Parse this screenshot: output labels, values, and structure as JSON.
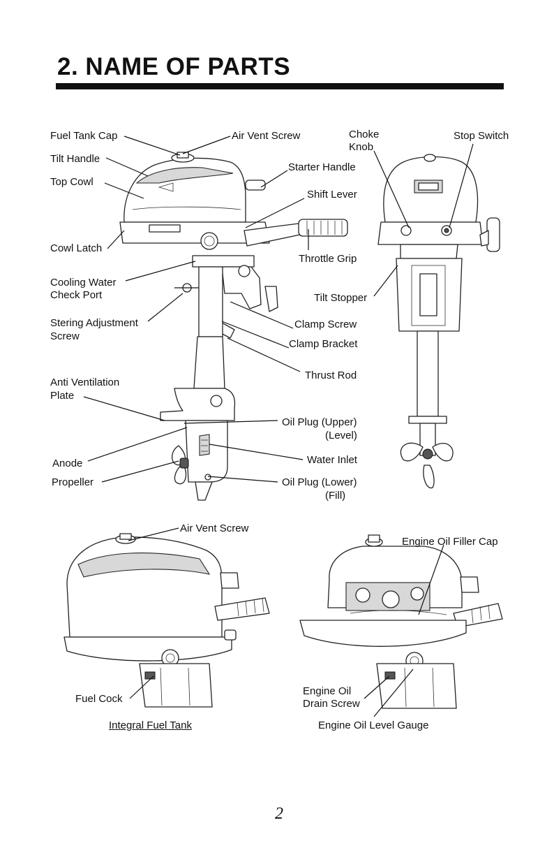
{
  "page": {
    "heading": "2. NAME OF PARTS",
    "page_number": "2"
  },
  "labels": {
    "fuel_tank_cap": "Fuel Tank Cap",
    "air_vent_screw": "Air Vent Screw",
    "choke_knob_1": "Choke",
    "choke_knob_2": "Knob",
    "stop_switch": "Stop Switch",
    "tilt_handle": "Tilt Handle",
    "starter_handle": "Starter Handle",
    "top_cowl": "Top Cowl",
    "shift_lever": "Shift Lever",
    "cowl_latch": "Cowl Latch",
    "throttle_grip": "Throttle Grip",
    "cooling_water_1": "Cooling Water",
    "cooling_water_2": "Check Port",
    "tilt_stopper": "Tilt Stopper",
    "steering_adj_1": "Stering Adjustment",
    "steering_adj_2": "Screw",
    "clamp_screw": "Clamp Screw",
    "clamp_bracket": "Clamp Bracket",
    "thrust_rod": "Thrust Rod",
    "anti_vent_1": "Anti Ventilation",
    "anti_vent_2": "Plate",
    "oil_plug_upper_1": "Oil Plug (Upper)",
    "oil_plug_upper_2": "(Level)",
    "anode": "Anode",
    "water_inlet": "Water Inlet",
    "propeller": "Propeller",
    "oil_plug_lower_1": "Oil Plug (Lower)",
    "oil_plug_lower_2": "(Fill)",
    "air_vent_screw_2": "Air Vent Screw",
    "engine_oil_filler_cap": "Engine Oil Filler Cap",
    "fuel_cock": "Fuel Cock",
    "engine_oil_drain_1": "Engine Oil",
    "engine_oil_drain_2": "Drain Screw",
    "integral_fuel_tank": "Integral Fuel Tank",
    "engine_oil_level_gauge": "Engine Oil Level Gauge"
  }
}
